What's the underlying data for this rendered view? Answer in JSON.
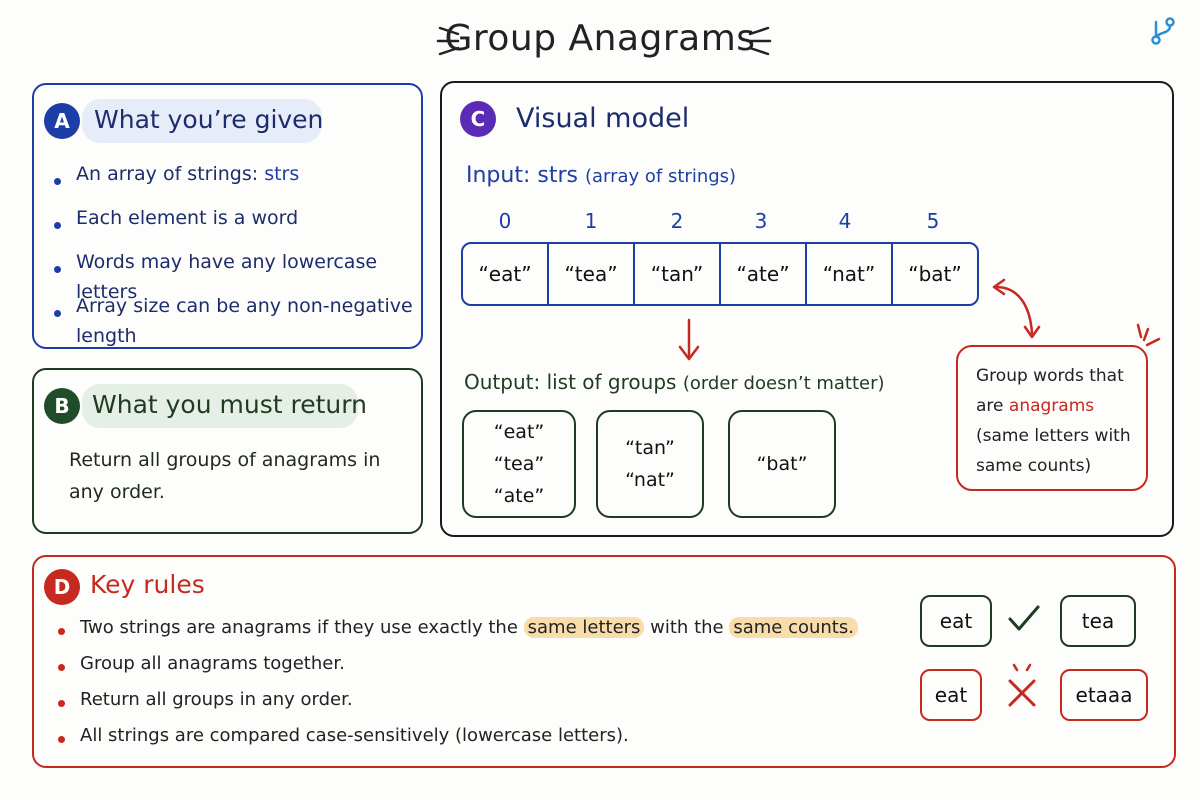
{
  "title": "Group Anagrams",
  "colors": {
    "blue": "#1d3ea6",
    "green": "#1f3b22",
    "purple": "#5b2bb5",
    "red": "#c5291f",
    "highlight": "#f8dcaa"
  },
  "panel_a": {
    "badge": "A",
    "heading": "What you’re given",
    "bullets": [
      "An array of strings:",
      "Each element is a word",
      "Words may have any lowercase letters",
      "Array size can be any non-negative length"
    ],
    "strs_word": "strs"
  },
  "panel_b": {
    "badge": "B",
    "heading": "What you must return",
    "body": "Return all groups of anagrams in any order."
  },
  "panel_c": {
    "badge": "C",
    "heading": "Visual model",
    "input_label": "Input: strs",
    "input_sub": "(array of strings)",
    "indices": [
      "0",
      "1",
      "2",
      "3",
      "4",
      "5"
    ],
    "array": [
      "“eat”",
      "“tea”",
      "“tan”",
      "“ate”",
      "“nat”",
      "“bat”"
    ],
    "output_label": "Output: list of groups",
    "output_sub": "(order doesn’t matter)",
    "groups": [
      [
        "“eat”",
        "“tea”",
        "“ate”"
      ],
      [
        "“tan”",
        "“nat”"
      ],
      [
        "“bat”"
      ]
    ],
    "note": {
      "line1": "Group words that",
      "line2_pre": "are",
      "line2_word": "anagrams",
      "line3": "(same letters with",
      "line4": "same counts)"
    }
  },
  "panel_d": {
    "badge": "D",
    "heading": "Key rules",
    "rule1_a": "Two strings are anagrams if they use exactly the",
    "rule1_hl1": "same letters",
    "rule1_b": "with the",
    "rule1_hl2": "same counts.",
    "rules": [
      "Group all anagrams together.",
      "Return all groups in any order.",
      "All strings are compared case-sensitively (lowercase letters)."
    ],
    "example_good": {
      "left": "eat",
      "right": "tea"
    },
    "example_bad": {
      "left": "eat",
      "right": "etaaa"
    }
  }
}
